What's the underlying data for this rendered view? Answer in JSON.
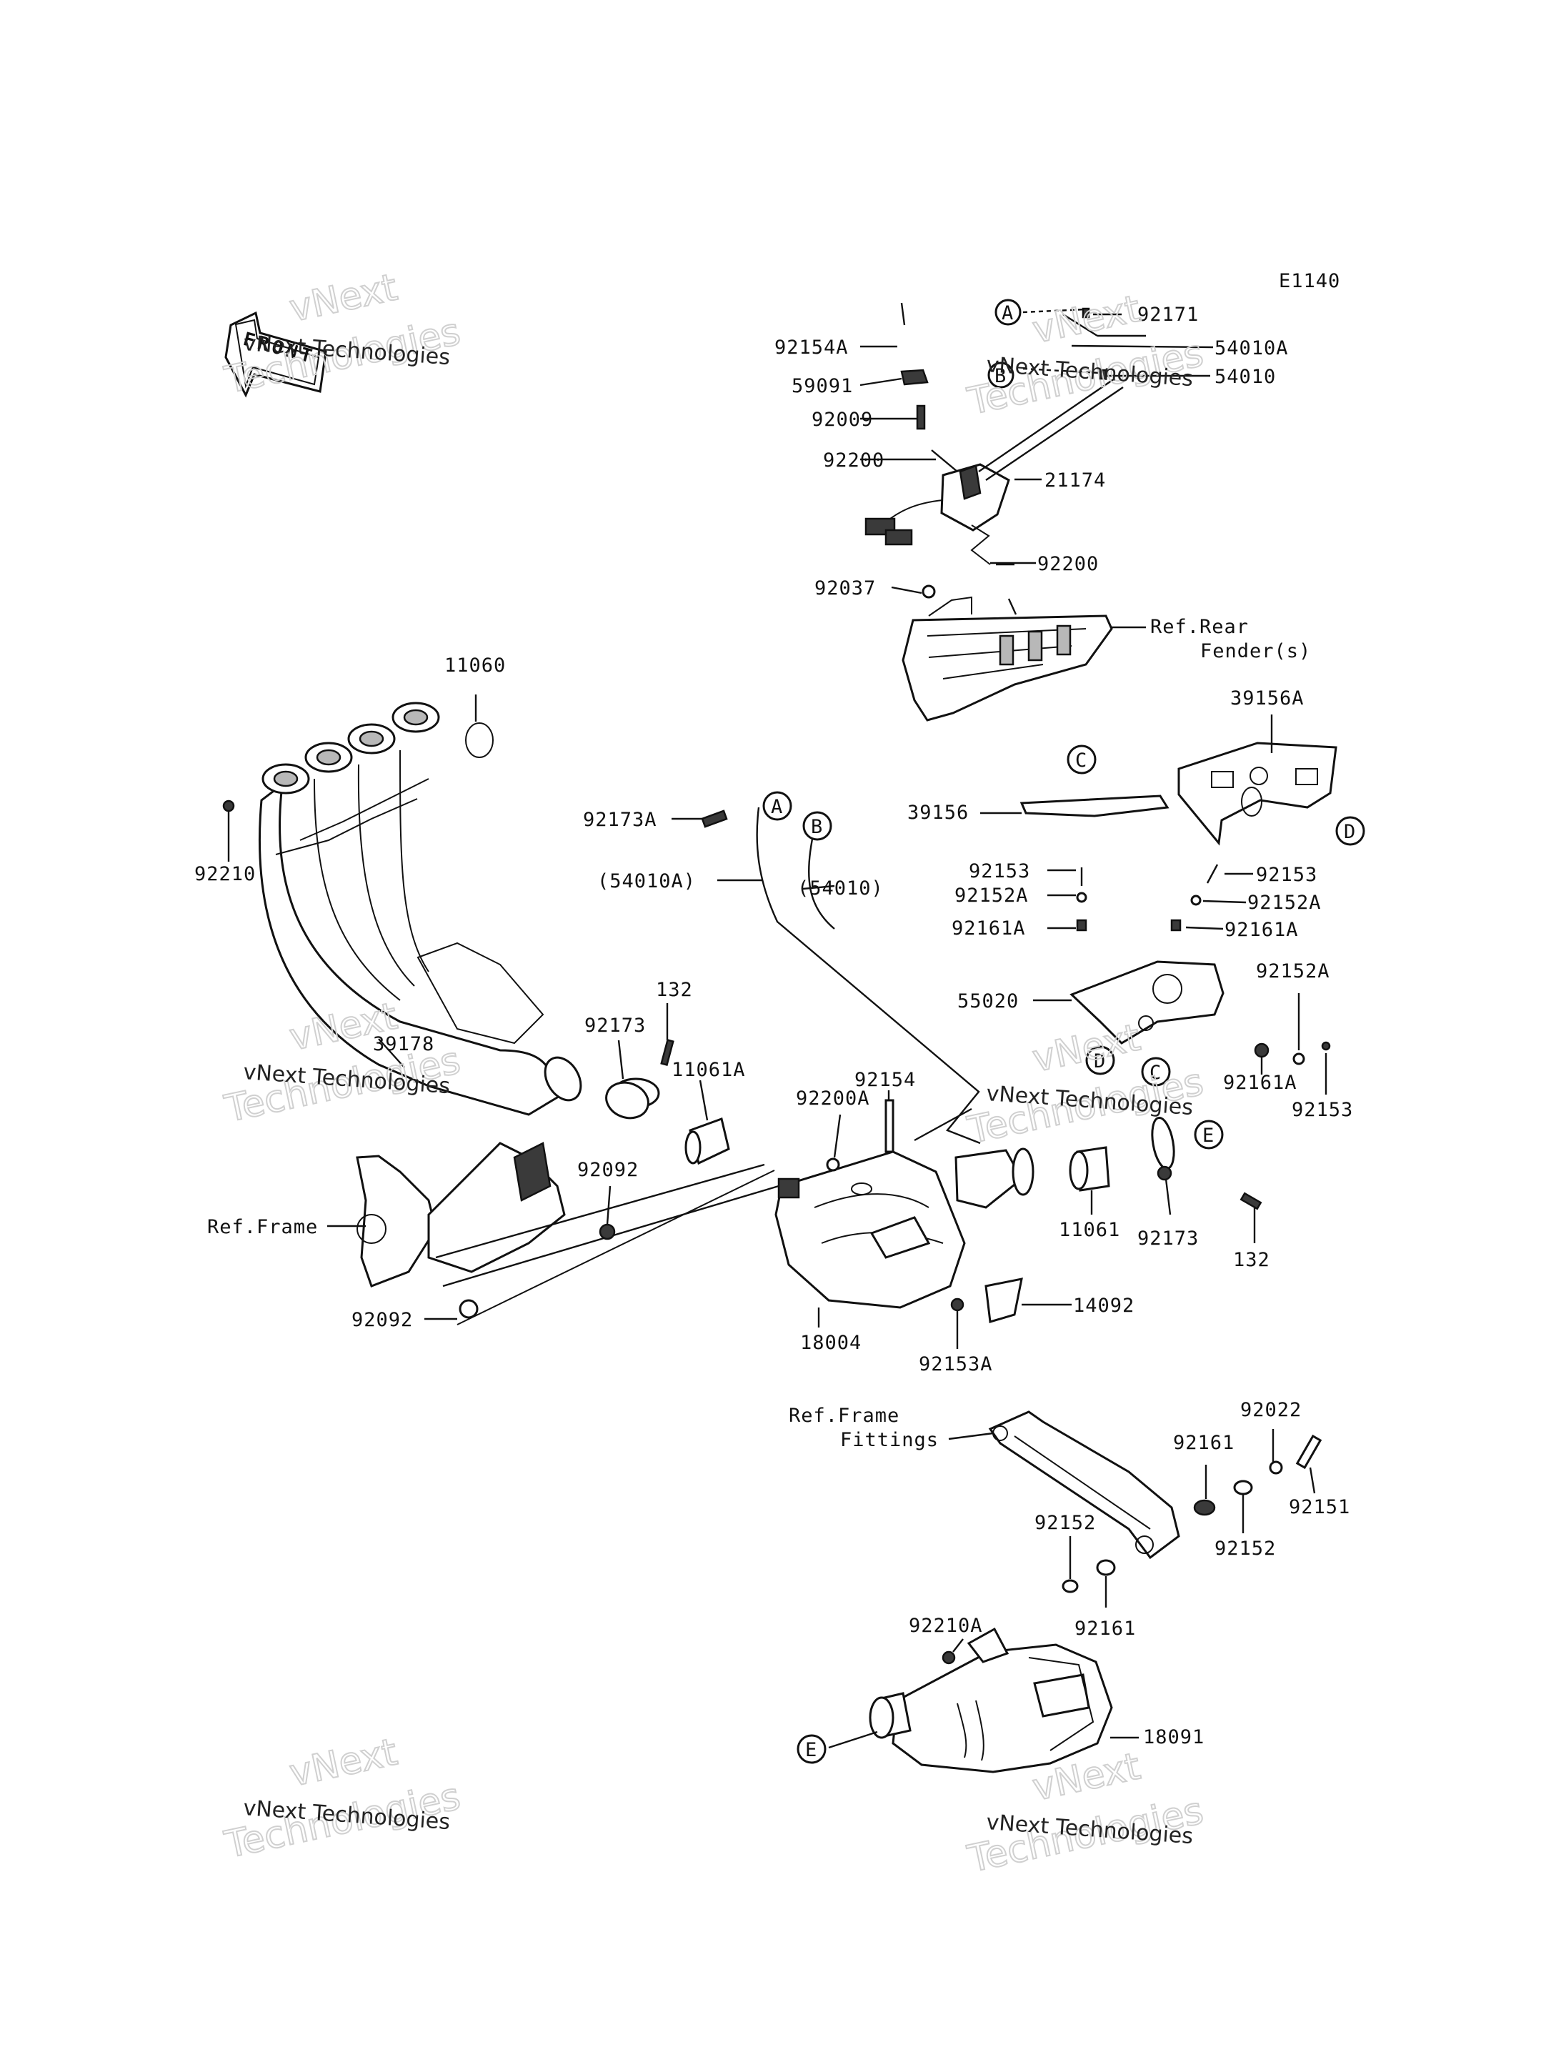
{
  "diagram_code": "E1140",
  "front_label": "FRONT",
  "watermark": {
    "line1": "vNext Technologies",
    "line2": "vNext",
    "line3": "Technologies"
  },
  "callouts": [
    {
      "name": "callout-92154A",
      "text": "92154A"
    },
    {
      "name": "callout-59091",
      "text": "59091"
    },
    {
      "name": "callout-92009",
      "text": "92009"
    },
    {
      "name": "callout-92200-top",
      "text": "92200"
    },
    {
      "name": "callout-21174",
      "text": "21174"
    },
    {
      "name": "callout-92200-mid",
      "text": "92200"
    },
    {
      "name": "callout-92037",
      "text": "92037"
    },
    {
      "name": "callout-92171",
      "text": "92171"
    },
    {
      "name": "callout-54010A",
      "text": "54010A"
    },
    {
      "name": "callout-54010",
      "text": "54010"
    },
    {
      "name": "callout-ref-rear-fender-1",
      "text": "Ref.Rear"
    },
    {
      "name": "callout-ref-rear-fender-2",
      "text": "Fender(s)"
    },
    {
      "name": "callout-11060",
      "text": "11060"
    },
    {
      "name": "callout-92210",
      "text": "92210"
    },
    {
      "name": "callout-39156A",
      "text": "39156A"
    },
    {
      "name": "callout-39156",
      "text": "39156"
    },
    {
      "name": "callout-92173A",
      "text": "92173A"
    },
    {
      "name": "callout-54010A-paren",
      "text": "(54010A)"
    },
    {
      "name": "callout-54010-paren",
      "text": "(54010)"
    },
    {
      "name": "callout-92153-left",
      "text": "92153"
    },
    {
      "name": "callout-92152A-left",
      "text": "92152A"
    },
    {
      "name": "callout-92161A-left",
      "text": "92161A"
    },
    {
      "name": "callout-92153-right",
      "text": "92153"
    },
    {
      "name": "callout-92152A-right",
      "text": "92152A"
    },
    {
      "name": "callout-92161A-right",
      "text": "92161A"
    },
    {
      "name": "callout-55020",
      "text": "55020"
    },
    {
      "name": "callout-92152A-far",
      "text": "92152A"
    },
    {
      "name": "callout-92161A-far",
      "text": "92161A"
    },
    {
      "name": "callout-92153-far",
      "text": "92153"
    },
    {
      "name": "callout-132-top",
      "text": "132"
    },
    {
      "name": "callout-92173-left",
      "text": "92173"
    },
    {
      "name": "callout-39178",
      "text": "39178"
    },
    {
      "name": "callout-11061A",
      "text": "11061A"
    },
    {
      "name": "callout-92154",
      "text": "92154"
    },
    {
      "name": "callout-92200A",
      "text": "92200A"
    },
    {
      "name": "callout-92092-top",
      "text": "92092"
    },
    {
      "name": "callout-ref-frame",
      "text": "Ref.Frame"
    },
    {
      "name": "callout-92092-bottom",
      "text": "92092"
    },
    {
      "name": "callout-18004",
      "text": "18004"
    },
    {
      "name": "callout-92153A",
      "text": "92153A"
    },
    {
      "name": "callout-14092",
      "text": "14092"
    },
    {
      "name": "callout-11061",
      "text": "11061"
    },
    {
      "name": "callout-92173-right",
      "text": "92173"
    },
    {
      "name": "callout-132-bottom",
      "text": "132"
    },
    {
      "name": "callout-ref-frame-fittings-1",
      "text": "Ref.Frame"
    },
    {
      "name": "callout-ref-frame-fittings-2",
      "text": "Fittings"
    },
    {
      "name": "callout-92022",
      "text": "92022"
    },
    {
      "name": "callout-92161-top",
      "text": "92161"
    },
    {
      "name": "callout-92151",
      "text": "92151"
    },
    {
      "name": "callout-92152-right",
      "text": "92152"
    },
    {
      "name": "callout-92152-left",
      "text": "92152"
    },
    {
      "name": "callout-92161-bottom",
      "text": "92161"
    },
    {
      "name": "callout-92210A",
      "text": "92210A"
    },
    {
      "name": "callout-18091",
      "text": "18091"
    }
  ],
  "refs": [
    {
      "name": "ref-circle-A-top",
      "text": "A"
    },
    {
      "name": "ref-circle-B-top",
      "text": "B"
    },
    {
      "name": "ref-circle-A-cable",
      "text": "A"
    },
    {
      "name": "ref-circle-B-cable",
      "text": "B"
    },
    {
      "name": "ref-circle-C-cover",
      "text": "C"
    },
    {
      "name": "ref-circle-D-cover",
      "text": "D"
    },
    {
      "name": "ref-circle-D-bracket",
      "text": "D"
    },
    {
      "name": "ref-circle-C-bracket",
      "text": "C"
    },
    {
      "name": "ref-circle-E-clamp",
      "text": "E"
    },
    {
      "name": "ref-circle-E-silencer",
      "text": "E"
    }
  ]
}
